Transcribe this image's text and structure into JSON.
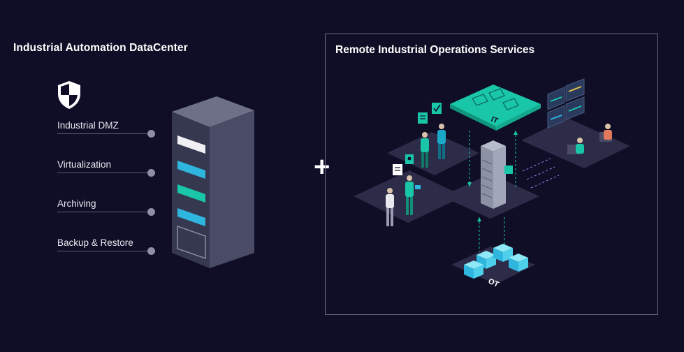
{
  "left": {
    "title": "Industrial Automation DataCenter",
    "features": [
      {
        "label": "Industrial DMZ"
      },
      {
        "label": "Virtualization"
      },
      {
        "label": "Archiving"
      },
      {
        "label": "Backup & Restore"
      }
    ]
  },
  "connector": {
    "symbol": "+"
  },
  "right": {
    "title": "Remote Industrial Operations Services",
    "it_label": "IT",
    "ot_label": "OT"
  },
  "colors": {
    "background": "#0f0e26",
    "accent_teal": "#19c7a8",
    "accent_blue": "#2fb6de",
    "panel_border": "#6c6c86"
  }
}
